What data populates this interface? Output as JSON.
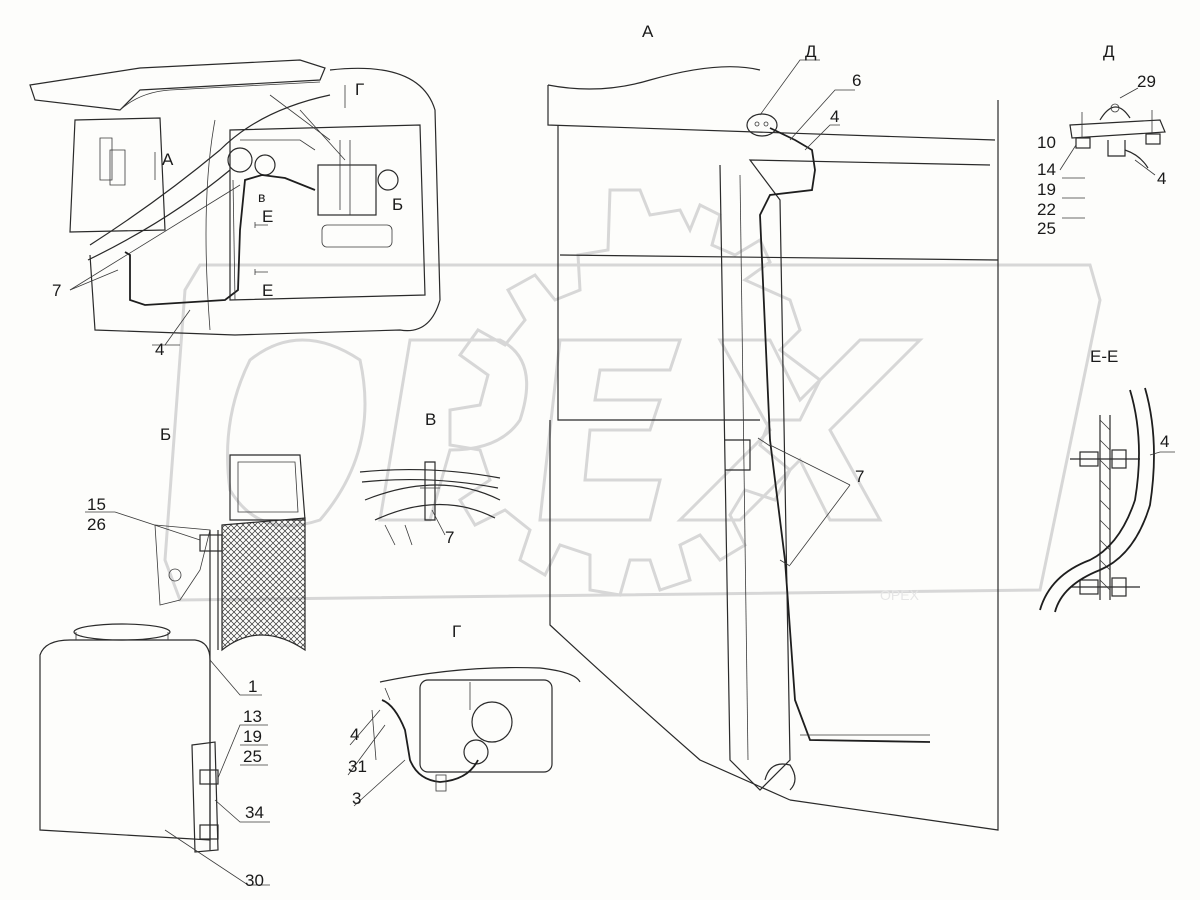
{
  "watermark": "OPEX",
  "views": {
    "a": "А",
    "b": "Б",
    "v": "В",
    "g": "Г",
    "d": "Д",
    "ee": "Е-Е"
  },
  "overview_marks": {
    "a": "А",
    "g": "Г",
    "b": "Б",
    "v": "в",
    "e1": "Е",
    "e2": "Е",
    "d": "Д"
  },
  "callouts": {
    "ov_7": "7",
    "ov_4": "4",
    "d_29": "29",
    "d_10": "10",
    "d_14": "14",
    "d_19": "19",
    "d_22": "22",
    "d_25": "25",
    "d_4": "4",
    "a_6": "6",
    "a_4": "4",
    "a_7": "7",
    "ee_4": "4",
    "b_15": "15",
    "b_26": "26",
    "b_1": "1",
    "b_13": "13",
    "b_19": "19",
    "b_25": "25",
    "b_34": "34",
    "b_30": "30",
    "v_7": "7",
    "g_4": "4",
    "g_31": "31",
    "g_3": "3"
  }
}
